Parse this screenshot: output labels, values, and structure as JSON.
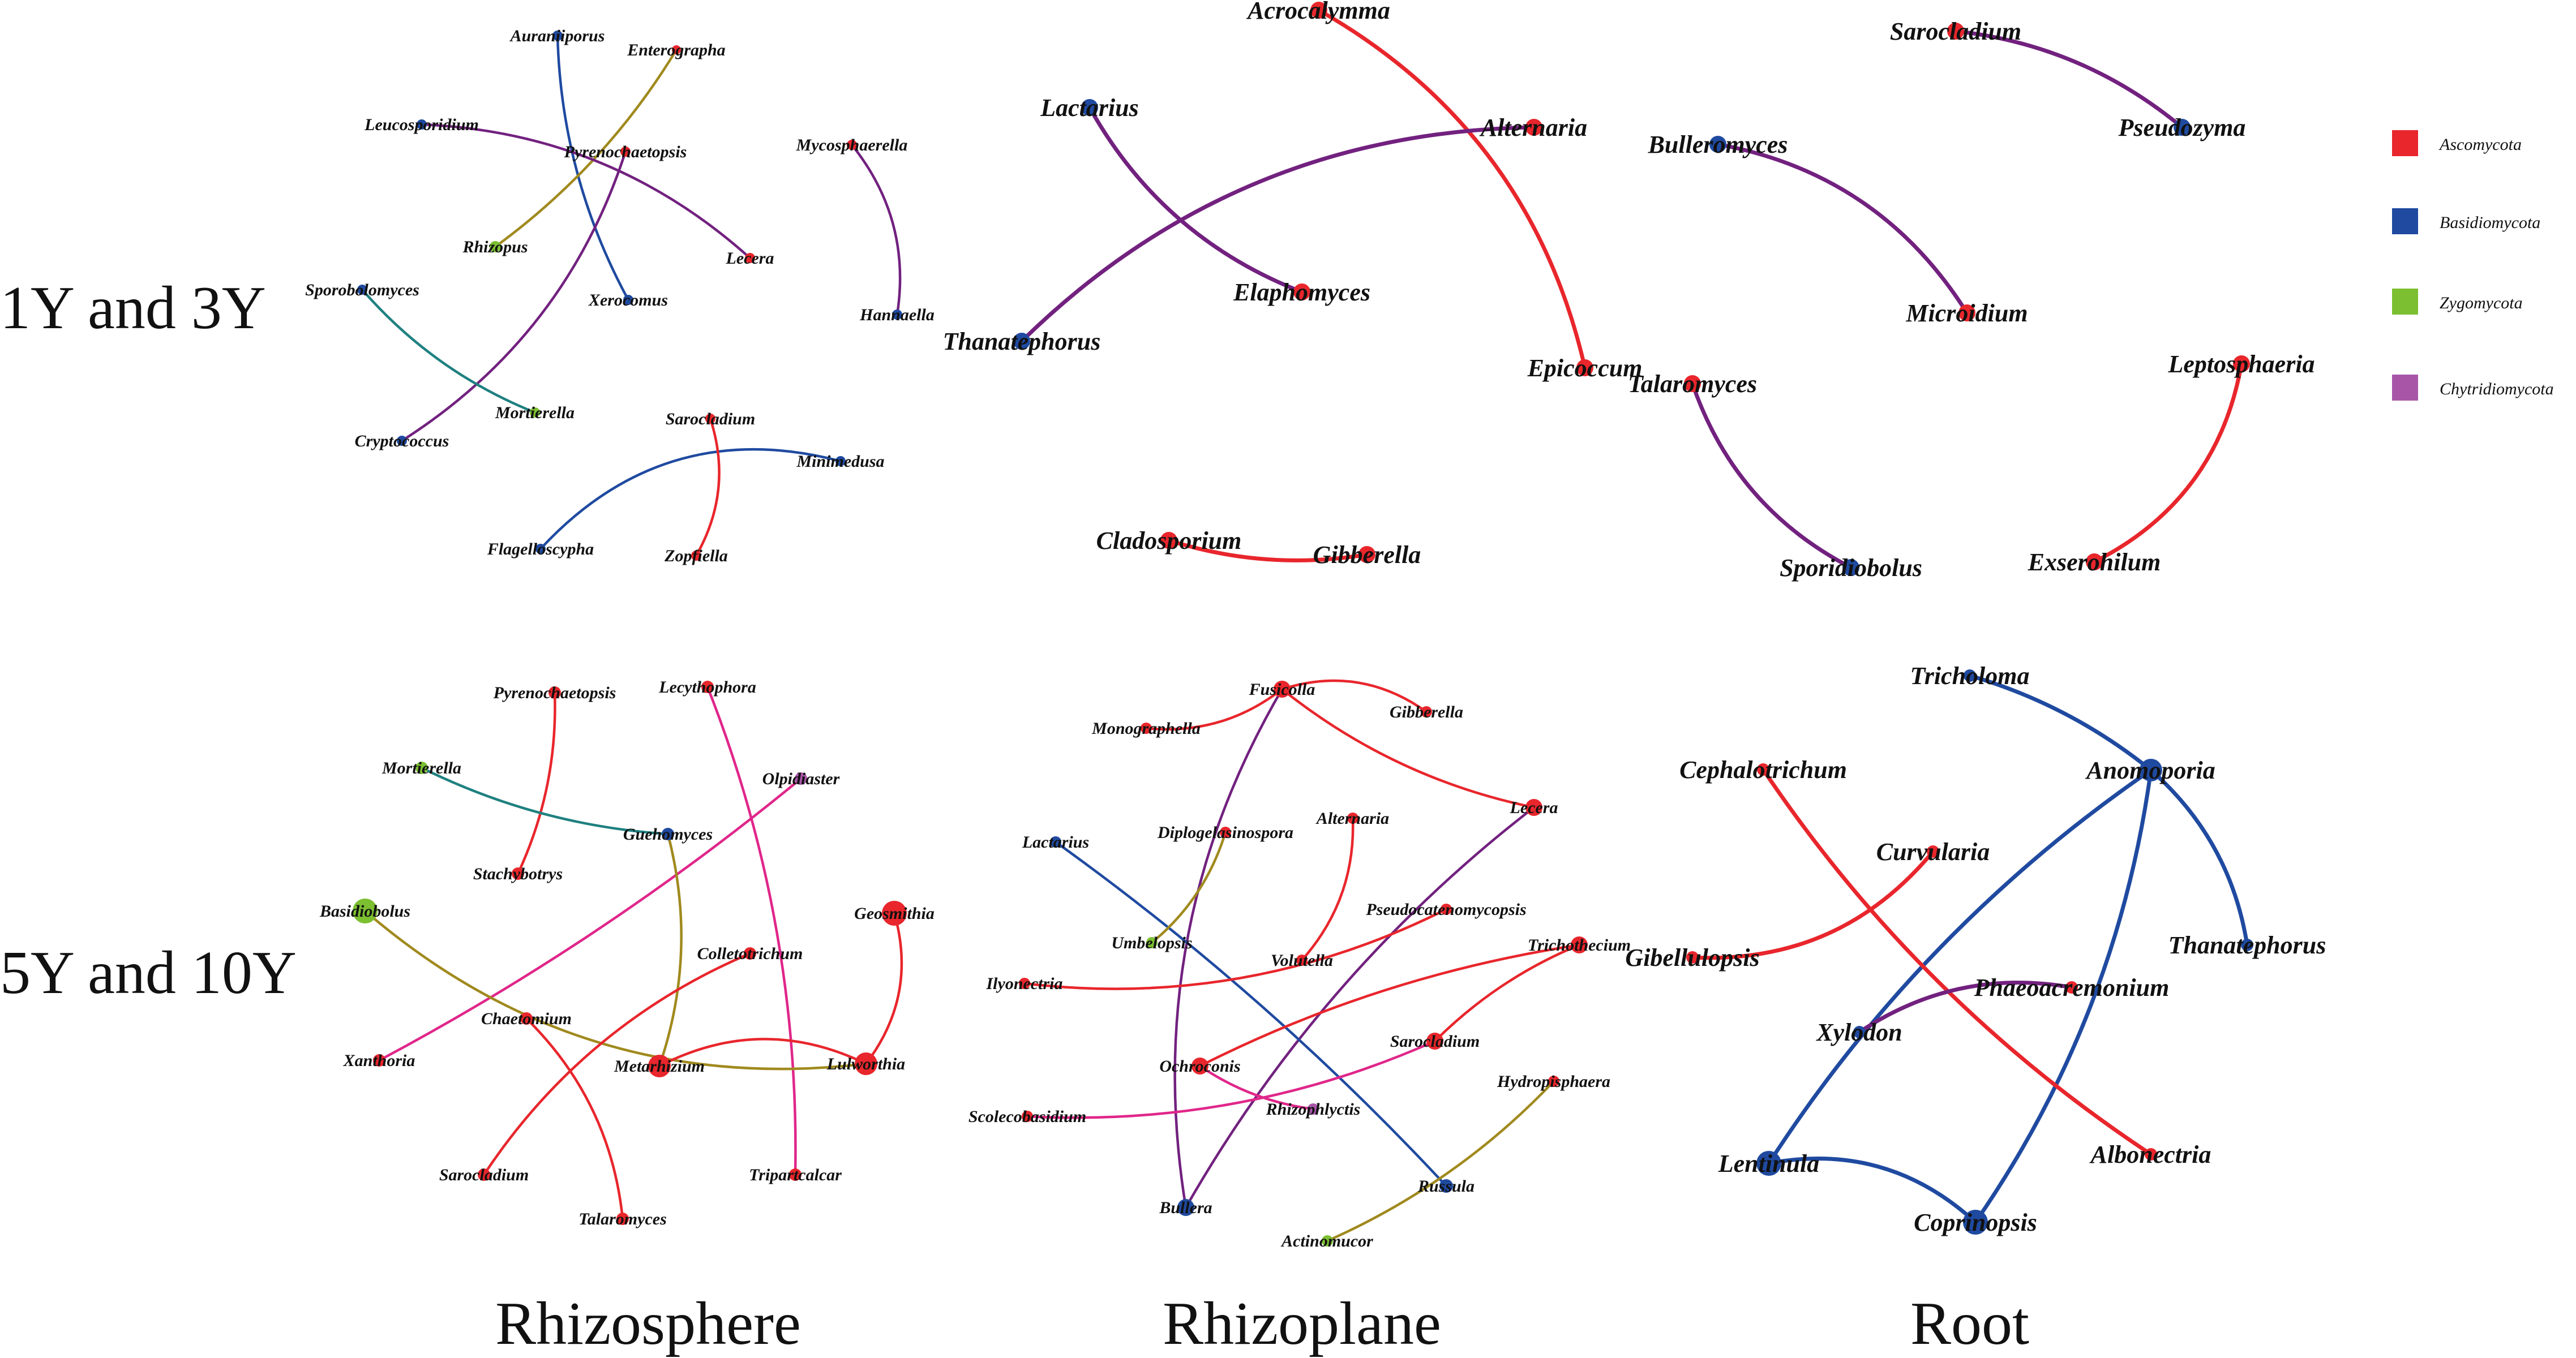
{
  "row_labels": [
    "1Y and 3Y",
    "5Y and 10Y"
  ],
  "column_labels": [
    "Rhizosphere",
    "Rhizoplane",
    "Root"
  ],
  "legend": [
    {
      "label": "Ascomycota",
      "color": "#e8262c"
    },
    {
      "label": "Basidiomycota",
      "color": "#1f4aa0"
    },
    {
      "label": "Zygomycota",
      "color": "#7cbf31"
    },
    {
      "label": "Chytridiomycota",
      "color": "#a855a8"
    }
  ],
  "edge_colors": {
    "red": "#e8262c",
    "blue": "#1f4aa0",
    "purple": "#72217f",
    "olive": "#a08a1e",
    "teal": "#1f8080",
    "magenta": "#e0268a"
  },
  "networks": [
    {
      "row": "1Y and 3Y",
      "column": "Rhizosphere",
      "nodes": [
        {
          "label": "Auraniiporus",
          "phylum": "Basidiomycota"
        },
        {
          "label": "Enterographa",
          "phylum": "Ascomycota"
        },
        {
          "label": "Leucosporidium",
          "phylum": "Basidiomycota"
        },
        {
          "label": "Pyrenochaetopsis",
          "phylum": "Ascomycota"
        },
        {
          "label": "Mycosphaerella",
          "phylum": "Ascomycota"
        },
        {
          "label": "Rhizopus",
          "phylum": "Zygomycota"
        },
        {
          "label": "Lecera",
          "phylum": "Ascomycota"
        },
        {
          "label": "Sporobolomyces",
          "phylum": "Basidiomycota"
        },
        {
          "label": "Xerocomus",
          "phylum": "Basidiomycota"
        },
        {
          "label": "Hannaella",
          "phylum": "Basidiomycota"
        },
        {
          "label": "Mortierella",
          "phylum": "Zygomycota"
        },
        {
          "label": "Cryptococcus",
          "phylum": "Basidiomycota"
        },
        {
          "label": "Sarocladium",
          "phylum": "Ascomycota"
        },
        {
          "label": "Minimedusa",
          "phylum": "Basidiomycota"
        },
        {
          "label": "Flagelloscypha",
          "phylum": "Basidiomycota"
        },
        {
          "label": "Zopfiella",
          "phylum": "Ascomycota"
        }
      ],
      "edges": [
        {
          "source": "Auraniiporus",
          "target": "Xerocomus",
          "color": "blue"
        },
        {
          "source": "Enterographa",
          "target": "Rhizopus",
          "color": "olive"
        },
        {
          "source": "Leucosporidium",
          "target": "Lecera",
          "color": "purple"
        },
        {
          "source": "Pyrenochaetopsis",
          "target": "Cryptococcus",
          "color": "purple"
        },
        {
          "source": "Mycosphaerella",
          "target": "Hannaella",
          "color": "purple"
        },
        {
          "source": "Sporobolomyces",
          "target": "Mortierella",
          "color": "teal"
        },
        {
          "source": "Minimedusa",
          "target": "Flagelloscypha",
          "color": "blue"
        },
        {
          "source": "Sarocladium",
          "target": "Zopfiella",
          "color": "red"
        }
      ]
    },
    {
      "row": "1Y and 3Y",
      "column": "Rhizoplane",
      "nodes": [
        {
          "label": "Acrocalymma",
          "phylum": "Ascomycota"
        },
        {
          "label": "Lactarius",
          "phylum": "Basidiomycota"
        },
        {
          "label": "Alternaria",
          "phylum": "Ascomycota"
        },
        {
          "label": "Elaphomyces",
          "phylum": "Ascomycota"
        },
        {
          "label": "Thanatephorus",
          "phylum": "Basidiomycota"
        },
        {
          "label": "Epicoccum",
          "phylum": "Ascomycota"
        },
        {
          "label": "Cladosporium",
          "phylum": "Ascomycota"
        },
        {
          "label": "Gibberella",
          "phylum": "Ascomycota"
        }
      ],
      "edges": [
        {
          "source": "Acrocalymma",
          "target": "Epicoccum",
          "color": "red"
        },
        {
          "source": "Lactarius",
          "target": "Elaphomyces",
          "color": "purple"
        },
        {
          "source": "Alternaria",
          "target": "Thanatephorus",
          "color": "purple"
        },
        {
          "source": "Cladosporium",
          "target": "Gibberella",
          "color": "red"
        }
      ]
    },
    {
      "row": "1Y and 3Y",
      "column": "Root",
      "nodes": [
        {
          "label": "Sarocladium",
          "phylum": "Ascomycota"
        },
        {
          "label": "Pseudozyma",
          "phylum": "Basidiomycota"
        },
        {
          "label": "Bulleromyces",
          "phylum": "Basidiomycota"
        },
        {
          "label": "Microidium",
          "phylum": "Ascomycota"
        },
        {
          "label": "Talaromyces",
          "phylum": "Ascomycota"
        },
        {
          "label": "Leptosphaeria",
          "phylum": "Ascomycota"
        },
        {
          "label": "Sporidiobolus",
          "phylum": "Basidiomycota"
        },
        {
          "label": "Exserohilum",
          "phylum": "Ascomycota"
        }
      ],
      "edges": [
        {
          "source": "Sarocladium",
          "target": "Pseudozyma",
          "color": "purple"
        },
        {
          "source": "Bulleromyces",
          "target": "Microidium",
          "color": "purple"
        },
        {
          "source": "Talaromyces",
          "target": "Sporidiobolus",
          "color": "purple"
        },
        {
          "source": "Leptosphaeria",
          "target": "Exserohilum",
          "color": "red"
        }
      ]
    },
    {
      "row": "5Y and 10Y",
      "column": "Rhizosphere",
      "nodes": [
        {
          "label": "Pyrenochaetopsis",
          "phylum": "Ascomycota"
        },
        {
          "label": "Lecythophora",
          "phylum": "Ascomycota"
        },
        {
          "label": "Mortierella",
          "phylum": "Zygomycota"
        },
        {
          "label": "Olpidiaster",
          "phylum": "Chytridiomycota"
        },
        {
          "label": "Guehomyces",
          "phylum": "Basidiomycota"
        },
        {
          "label": "Stachybotrys",
          "phylum": "Ascomycota"
        },
        {
          "label": "Basidiobolus",
          "phylum": "Zygomycota"
        },
        {
          "label": "Geosmithia",
          "phylum": "Ascomycota"
        },
        {
          "label": "Colletotrichum",
          "phylum": "Ascomycota"
        },
        {
          "label": "Chaetomium",
          "phylum": "Ascomycota"
        },
        {
          "label": "Metarhizium",
          "phylum": "Ascomycota"
        },
        {
          "label": "Lulworthia",
          "phylum": "Ascomycota"
        },
        {
          "label": "Xanthoria",
          "phylum": "Ascomycota"
        },
        {
          "label": "Sarocladium",
          "phylum": "Ascomycota"
        },
        {
          "label": "Tripartcalcar",
          "phylum": "Ascomycota"
        },
        {
          "label": "Talaromyces",
          "phylum": "Ascomycota"
        }
      ],
      "edges": [
        {
          "source": "Pyrenochaetopsis",
          "target": "Stachybotrys",
          "color": "red"
        },
        {
          "source": "Lecythophora",
          "target": "Tripartcalcar",
          "color": "magenta"
        },
        {
          "source": "Mortierella",
          "target": "Guehomyces",
          "color": "teal"
        },
        {
          "source": "Olpidiaster",
          "target": "Xanthoria",
          "color": "magenta"
        },
        {
          "source": "Basidiobolus",
          "target": "Lulworthia",
          "color": "olive"
        },
        {
          "source": "Guehomyces",
          "target": "Metarhizium",
          "color": "olive"
        },
        {
          "source": "Colletotrichum",
          "target": "Sarocladium",
          "color": "red"
        },
        {
          "source": "Chaetomium",
          "target": "Talaromyces",
          "color": "red"
        },
        {
          "source": "Metarhizium",
          "target": "Lulworthia",
          "color": "red"
        },
        {
          "source": "Geosmithia",
          "target": "Lulworthia",
          "color": "red"
        }
      ]
    },
    {
      "row": "5Y and 10Y",
      "column": "Rhizoplane",
      "nodes": [
        {
          "label": "Fusicolla",
          "phylum": "Ascomycota"
        },
        {
          "label": "Monographella",
          "phylum": "Ascomycota"
        },
        {
          "label": "Gibberella",
          "phylum": "Ascomycota"
        },
        {
          "label": "Lecera",
          "phylum": "Ascomycota"
        },
        {
          "label": "Lactarius",
          "phylum": "Basidiomycota"
        },
        {
          "label": "Diplogelasinospora",
          "phylum": "Ascomycota"
        },
        {
          "label": "Alternaria",
          "phylum": "Ascomycota"
        },
        {
          "label": "Pseudocatenomycopsis",
          "phylum": "Ascomycota"
        },
        {
          "label": "Umbelopsis",
          "phylum": "Zygomycota"
        },
        {
          "label": "Volutella",
          "phylum": "Ascomycota"
        },
        {
          "label": "Trichothecium",
          "phylum": "Ascomycota"
        },
        {
          "label": "Ilyonectria",
          "phylum": "Ascomycota"
        },
        {
          "label": "Sarocladium",
          "phylum": "Ascomycota"
        },
        {
          "label": "Hydropisphaera",
          "phylum": "Ascomycota"
        },
        {
          "label": "Ochroconis",
          "phylum": "Ascomycota"
        },
        {
          "label": "Scolecobasidium",
          "phylum": "Ascomycota"
        },
        {
          "label": "Rhizophlyctis",
          "phylum": "Chytridiomycota"
        },
        {
          "label": "Russula",
          "phylum": "Basidiomycota"
        },
        {
          "label": "Bullera",
          "phylum": "Basidiomycota"
        },
        {
          "label": "Actinomucor",
          "phylum": "Zygomycota"
        }
      ],
      "edges": [
        {
          "source": "Fusicolla",
          "target": "Monographella",
          "color": "red"
        },
        {
          "source": "Fusicolla",
          "target": "Gibberella",
          "color": "red"
        },
        {
          "source": "Fusicolla",
          "target": "Lecera",
          "color": "red"
        },
        {
          "source": "Fusicolla",
          "target": "Bullera",
          "color": "purple"
        },
        {
          "source": "Lecera",
          "target": "Bullera",
          "color": "purple"
        },
        {
          "source": "Lactarius",
          "target": "Russula",
          "color": "blue"
        },
        {
          "source": "Diplogelasinospora",
          "target": "Umbelopsis",
          "color": "olive"
        },
        {
          "source": "Alternaria",
          "target": "Volutella",
          "color": "red"
        },
        {
          "source": "Pseudocatenomycopsis",
          "target": "Ilyonectria",
          "color": "red"
        },
        {
          "source": "Trichothecium",
          "target": "Ochroconis",
          "color": "red"
        },
        {
          "source": "Trichothecium",
          "target": "Sarocladium",
          "color": "red"
        },
        {
          "source": "Sarocladium",
          "target": "Scolecobasidium",
          "color": "magenta"
        },
        {
          "source": "Ochroconis",
          "target": "Rhizophlyctis",
          "color": "magenta"
        },
        {
          "source": "Hydropisphaera",
          "target": "Actinomucor",
          "color": "olive"
        }
      ]
    },
    {
      "row": "5Y and 10Y",
      "column": "Root",
      "nodes": [
        {
          "label": "Tricholoma",
          "phylum": "Basidiomycota"
        },
        {
          "label": "Cephalotrichum",
          "phylum": "Ascomycota"
        },
        {
          "label": "Anomoporia",
          "phylum": "Basidiomycota"
        },
        {
          "label": "Curvularia",
          "phylum": "Ascomycota"
        },
        {
          "label": "Thanatephorus",
          "phylum": "Basidiomycota"
        },
        {
          "label": "Gibellulopsis",
          "phylum": "Ascomycota"
        },
        {
          "label": "Phaeoacremonium",
          "phylum": "Ascomycota"
        },
        {
          "label": "Xylodon",
          "phylum": "Basidiomycota"
        },
        {
          "label": "Lentinula",
          "phylum": "Basidiomycota"
        },
        {
          "label": "Albonectria",
          "phylum": "Ascomycota"
        },
        {
          "label": "Coprinopsis",
          "phylum": "Basidiomycota"
        }
      ],
      "edges": [
        {
          "source": "Tricholoma",
          "target": "Anomoporia",
          "color": "blue"
        },
        {
          "source": "Anomoporia",
          "target": "Thanatephorus",
          "color": "blue"
        },
        {
          "source": "Anomoporia",
          "target": "Lentinula",
          "color": "blue"
        },
        {
          "source": "Anomoporia",
          "target": "Coprinopsis",
          "color": "blue"
        },
        {
          "source": "Lentinula",
          "target": "Coprinopsis",
          "color": "blue"
        },
        {
          "source": "Cephalotrichum",
          "target": "Albonectria",
          "color": "red"
        },
        {
          "source": "Curvularia",
          "target": "Gibellulopsis",
          "color": "red"
        },
        {
          "source": "Xylodon",
          "target": "Phaeoacremonium",
          "color": "purple"
        }
      ]
    }
  ]
}
